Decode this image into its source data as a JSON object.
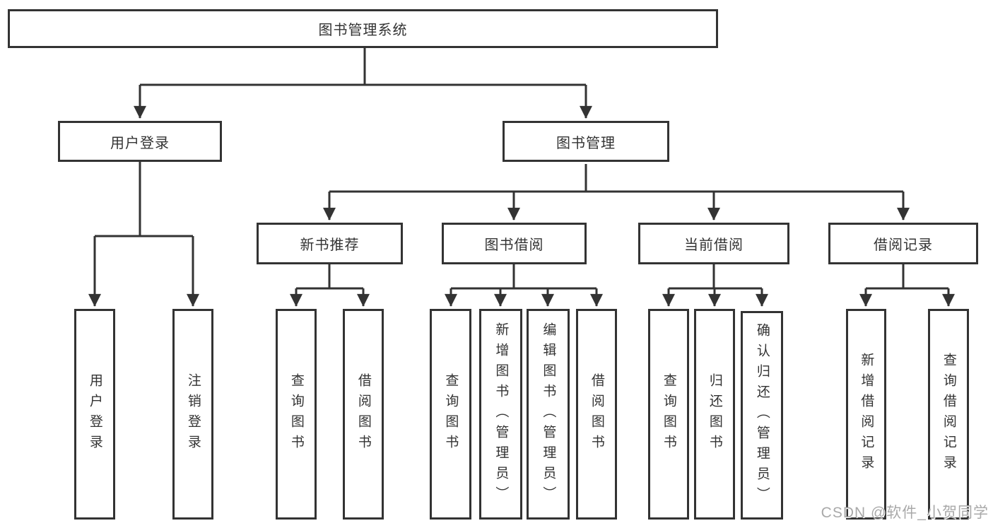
{
  "tree": {
    "label": "图书管理系统",
    "children": [
      {
        "label": "用户登录",
        "children": [
          {
            "label": "用户登录"
          },
          {
            "label": "注销登录"
          }
        ]
      },
      {
        "label": "图书管理",
        "children": [
          {
            "label": "新书推荐",
            "children": [
              {
                "label": "查询图书"
              },
              {
                "label": "借阅图书"
              }
            ]
          },
          {
            "label": "图书借阅",
            "children": [
              {
                "label": "查询图书"
              },
              {
                "label": "新增图书（管理员）"
              },
              {
                "label": "编辑图书（管理员）"
              },
              {
                "label": "借阅图书"
              }
            ]
          },
          {
            "label": "当前借阅",
            "children": [
              {
                "label": "查询图书"
              },
              {
                "label": "归还图书"
              },
              {
                "label": "确认归还（管理员）"
              }
            ]
          },
          {
            "label": "借阅记录",
            "children": [
              {
                "label": "新增借阅记录"
              },
              {
                "label": "查询借阅记录"
              }
            ]
          }
        ]
      }
    ]
  },
  "watermark": {
    "text": "CSDN @软件_小贺同学"
  },
  "colors": {
    "line": "#333333",
    "text": "#333333",
    "watermark": "#a9a9a9"
  }
}
